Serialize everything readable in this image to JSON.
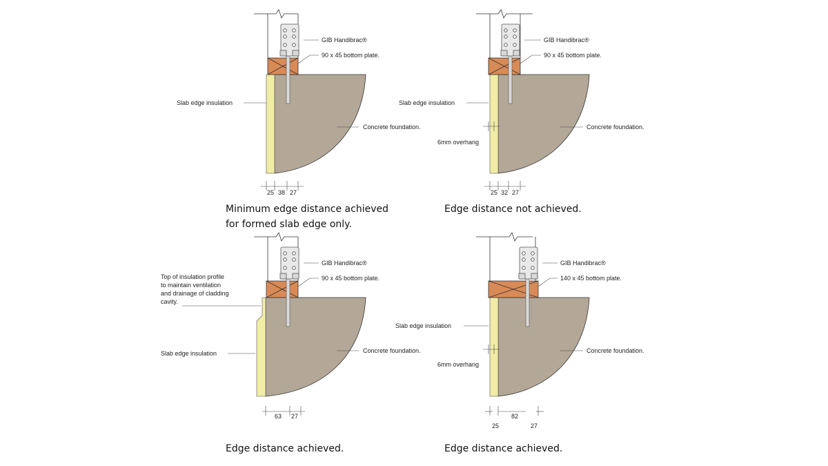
{
  "panels": [
    {
      "id": "top-left",
      "labels": {
        "handibrac": "GIB Handibrac®",
        "plate": "90 x 45 bottom plate.",
        "insulation": "Slab edge insulation",
        "foundation": "Concrete foundation."
      },
      "dims": [
        "25",
        "38",
        "27"
      ],
      "caption": [
        "Minimum edge distance achieved",
        "for formed slab edge only."
      ]
    },
    {
      "id": "top-right",
      "labels": {
        "handibrac": "GIB Handibrac®",
        "plate": "90 x 45 bottom plate.",
        "insulation": "Slab edge insulation",
        "foundation": "Concrete foundation.",
        "overhang": "6mm overhang"
      },
      "dims": [
        "25",
        "32",
        "27"
      ],
      "caption": [
        "Edge distance not achieved."
      ]
    },
    {
      "id": "bottom-left",
      "labels": {
        "handibrac": "GIB Handibrac®",
        "plate": "90 x 45 bottom plate.",
        "profile": [
          "Top of insulation profile",
          "to maintain ventilation",
          "and drainage of cladding",
          "cavity."
        ],
        "insulation": "Slab edge insulation",
        "foundation": "Concrete foundation."
      },
      "dims": [
        "63",
        "27"
      ],
      "caption": [
        "Edge distance achieved."
      ]
    },
    {
      "id": "bottom-right",
      "labels": {
        "handibrac": "GIB Handibrac®",
        "plate": "140 x 45 bottom plate.",
        "insulation": "Slab edge insulation",
        "foundation": "Concrete foundation.",
        "overhang": "6mm overhang"
      },
      "dims": [
        "25",
        "82",
        "27"
      ],
      "caption": [
        "Edge distance achieved."
      ]
    }
  ]
}
